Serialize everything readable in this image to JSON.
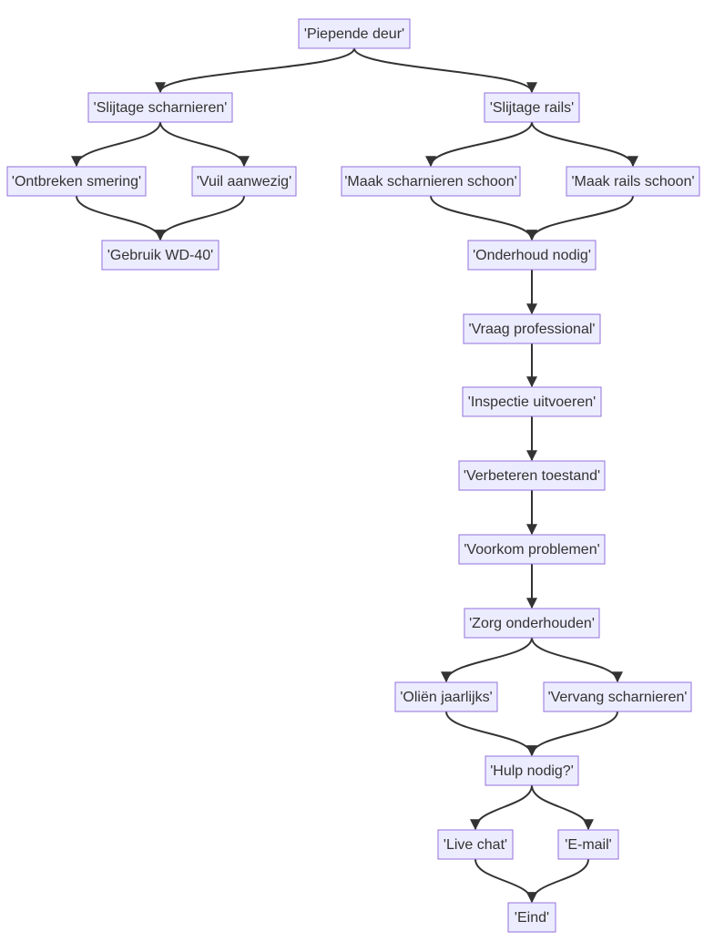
{
  "diagram": {
    "colors": {
      "node_fill": "#ECECFF",
      "node_stroke": "#9370DB",
      "edge": "#333333",
      "text": "#333333"
    },
    "nodes": [
      {
        "id": "piepende-deur",
        "label": "'Piepende deur'"
      },
      {
        "id": "slijtage-scharnieren",
        "label": "'Slijtage scharnieren'"
      },
      {
        "id": "slijtage-rails",
        "label": "'Slijtage rails'"
      },
      {
        "id": "ontbreken-smering",
        "label": "'Ontbreken smering'"
      },
      {
        "id": "vuil-aanwezig",
        "label": "'Vuil aanwezig'"
      },
      {
        "id": "maak-scharnieren-schoon",
        "label": "'Maak scharnieren schoon'"
      },
      {
        "id": "maak-rails-schoon",
        "label": "'Maak rails schoon'"
      },
      {
        "id": "gebruik-wd40",
        "label": "'Gebruik WD-40'"
      },
      {
        "id": "onderhoud-nodig",
        "label": "'Onderhoud nodig'"
      },
      {
        "id": "vraag-professional",
        "label": "'Vraag professional'"
      },
      {
        "id": "inspectie-uitvoeren",
        "label": "'Inspectie uitvoeren'"
      },
      {
        "id": "verbeteren-toestand",
        "label": "'Verbeteren toestand'"
      },
      {
        "id": "voorkom-problemen",
        "label": "'Voorkom problemen'"
      },
      {
        "id": "zorg-onderhouden",
        "label": "'Zorg onderhouden'"
      },
      {
        "id": "olien-jaarlijks",
        "label": "'Oliën jaarlijks'"
      },
      {
        "id": "vervang-scharnieren",
        "label": "'Vervang scharnieren'"
      },
      {
        "id": "hulp-nodig",
        "label": "'Hulp nodig?'"
      },
      {
        "id": "live-chat",
        "label": "'Live chat'"
      },
      {
        "id": "e-mail",
        "label": "'E-mail'"
      },
      {
        "id": "eind",
        "label": "'Eind'"
      }
    ],
    "edges": [
      [
        "piepende-deur",
        "slijtage-scharnieren"
      ],
      [
        "piepende-deur",
        "slijtage-rails"
      ],
      [
        "slijtage-scharnieren",
        "ontbreken-smering"
      ],
      [
        "slijtage-scharnieren",
        "vuil-aanwezig"
      ],
      [
        "slijtage-rails",
        "maak-scharnieren-schoon"
      ],
      [
        "slijtage-rails",
        "maak-rails-schoon"
      ],
      [
        "ontbreken-smering",
        "gebruik-wd40"
      ],
      [
        "vuil-aanwezig",
        "gebruik-wd40"
      ],
      [
        "maak-scharnieren-schoon",
        "onderhoud-nodig"
      ],
      [
        "maak-rails-schoon",
        "onderhoud-nodig"
      ],
      [
        "onderhoud-nodig",
        "vraag-professional"
      ],
      [
        "vraag-professional",
        "inspectie-uitvoeren"
      ],
      [
        "inspectie-uitvoeren",
        "verbeteren-toestand"
      ],
      [
        "verbeteren-toestand",
        "voorkom-problemen"
      ],
      [
        "voorkom-problemen",
        "zorg-onderhouden"
      ],
      [
        "zorg-onderhouden",
        "olien-jaarlijks"
      ],
      [
        "zorg-onderhouden",
        "vervang-scharnieren"
      ],
      [
        "olien-jaarlijks",
        "hulp-nodig"
      ],
      [
        "vervang-scharnieren",
        "hulp-nodig"
      ],
      [
        "hulp-nodig",
        "live-chat"
      ],
      [
        "hulp-nodig",
        "e-mail"
      ],
      [
        "live-chat",
        "eind"
      ],
      [
        "e-mail",
        "eind"
      ]
    ]
  }
}
